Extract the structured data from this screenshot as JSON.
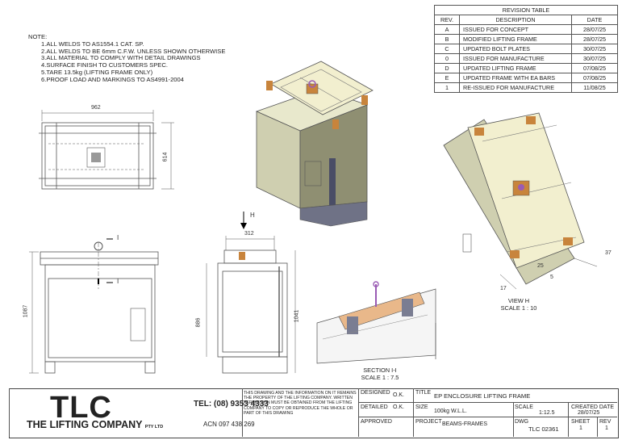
{
  "revision_table": {
    "title": "REVISION TABLE",
    "headers": [
      "REV.",
      "DESCRIPTION",
      "DATE"
    ],
    "rows": [
      {
        "rev": "A",
        "description": "ISSUED FOR CONCEPT",
        "date": "28/07/25"
      },
      {
        "rev": "B",
        "description": "MODIFIED LIFTING FRAME",
        "date": "28/07/25"
      },
      {
        "rev": "C",
        "description": "UPDATED BOLT PLATES",
        "date": "30/07/25"
      },
      {
        "rev": "0",
        "description": "ISSUED FOR MANUFACTURE",
        "date": "30/07/25"
      },
      {
        "rev": "D",
        "description": "UPDATED LIFTING FRAME",
        "date": "07/08/25"
      },
      {
        "rev": "E",
        "description": "UPDATED FRAME WITH EA BARS",
        "date": "07/08/25"
      },
      {
        "rev": "1",
        "description": "RE-ISSUED FOR MANUFACTURE",
        "date": "11/08/25"
      }
    ]
  },
  "notes": {
    "heading": "NOTE:",
    "lines": [
      "1.ALL WELDS TO AS1554.1 CAT. SP.",
      "2.ALL WELDS TO BE 6mm C.F.W. UNLESS SHOWN OTHERWISE",
      "3.ALL MATERIAL TO COMPLY WITH DETAIL DRAWINGS",
      "4.SURFACE FINISH TO CUSTOMERS SPEC.",
      "5.TARE 13.5kg (LIFTING FRAME ONLY)",
      "6.PROOF LOAD AND MARKINGS TO AS4991-2004"
    ]
  },
  "dimensions": {
    "top_width": "962",
    "top_height": "614",
    "front_height": "1087",
    "side_width": "312",
    "side_height_a": "886",
    "side_height_b": "1041",
    "view_h_a": "25",
    "view_h_b": "37",
    "view_h_c": "17",
    "view_h_d": "5"
  },
  "section_markers": {
    "cut": "I",
    "view": "H"
  },
  "view_labels": {
    "view_h": "VIEW H",
    "view_h_scale": "SCALE 1 : 10",
    "section": "SECTION I-I",
    "section_scale": "SCALE 1 : 7.5"
  },
  "title_block": {
    "company_short": "TLC",
    "company_long": "THE LIFTING COMPANY",
    "pty": "PTY LTD",
    "tel": "TEL: (08) 9353 4333",
    "acn": "ACN 097 438 269",
    "disclaimer": "THIS DRAWING AND THE INFORMATION ON IT REMAINS THE PROPERTY OF THE LIFTING COMPANY. WRITTEN PERMISSION MUST BE OBTAINED FROM THE LIFTING COMPANY TO COPY OR REPRODUCE THE WHOLE OR PART OF THIS DRAWING",
    "designed_label": "DESIGNED",
    "designed_value": "O.K.",
    "detailed_label": "DETAILED",
    "detailed_value": "O.K.",
    "approved_label": "APPROVED",
    "title_label": "TITLE",
    "title_value": "EP ENCLOSURE LIFTING FRAME",
    "size_label": "SIZE",
    "size_value": "100kg W.L.L.",
    "scale_label": "SCALE",
    "scale_value": "1:12.5",
    "created_label": "CREATED DATE",
    "created_value": "28/07/25",
    "project_label": "PROJECT",
    "project_value": "BEAMS-FRAMES",
    "dwg_label": "DWG",
    "dwg_value": "TLC 02361",
    "sheet_label": "SHEET",
    "sheet_value": "1",
    "rev_label": "REV",
    "rev_value": "1"
  },
  "colors": {
    "enclosure": "#cfcfb0",
    "enclosure_dark": "#8f8f72",
    "frame": "#f2efcf",
    "bracket": "#c8843c",
    "shackle": "#9a5bb4",
    "base": "#6f7286",
    "line": "#555555"
  }
}
